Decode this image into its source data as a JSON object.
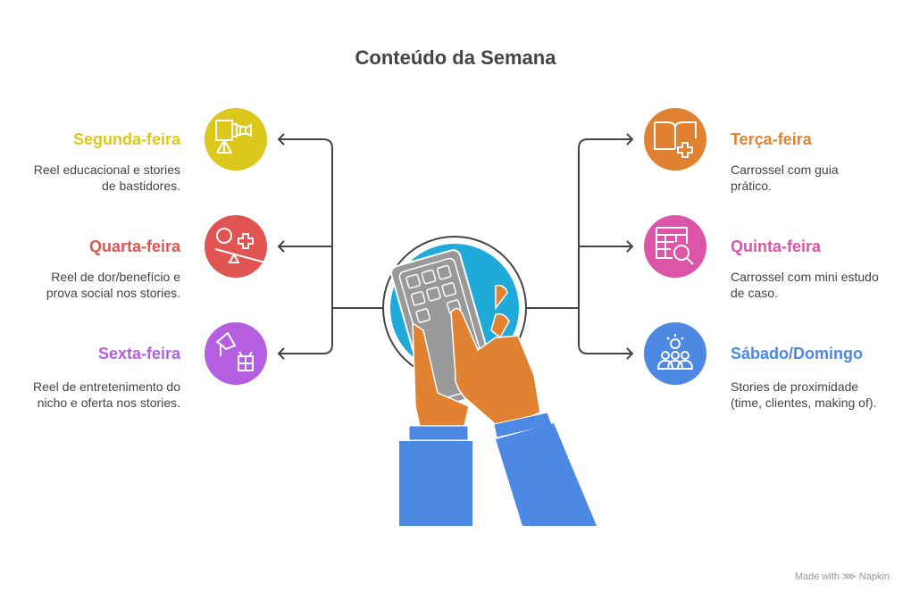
{
  "title": "Conteúdo da Semana",
  "items": [
    {
      "label": "Segunda-feira",
      "desc": "Reel educacional e stories de bastidores.",
      "color": "#DCC81C",
      "icon": "video-camera-icon"
    },
    {
      "label": "Quarta-feira",
      "desc": "Reel de dor/benefício e prova social nos stories.",
      "color": "#E05552",
      "icon": "cost-benefit-scale-icon"
    },
    {
      "label": "Sexta-feira",
      "desc": "Reel de entretenimento do nicho e oferta nos stories.",
      "color": "#B55EE0",
      "icon": "megaphone-gift-icon"
    },
    {
      "label": "Terça-feira",
      "desc": "Carrossel com guia prático.",
      "color": "#E08232",
      "icon": "book-plus-icon"
    },
    {
      "label": "Quinta-feira",
      "desc": "Carrossel com mini estudo de caso.",
      "color": "#DC55A8",
      "icon": "table-search-icon"
    },
    {
      "label": "Sábado/Domingo",
      "desc": "Stories de proximidade (time, clientes, making of).",
      "color": "#4D88E3",
      "icon": "community-icon"
    }
  ],
  "footer": "Made with ⋙ Napkin"
}
